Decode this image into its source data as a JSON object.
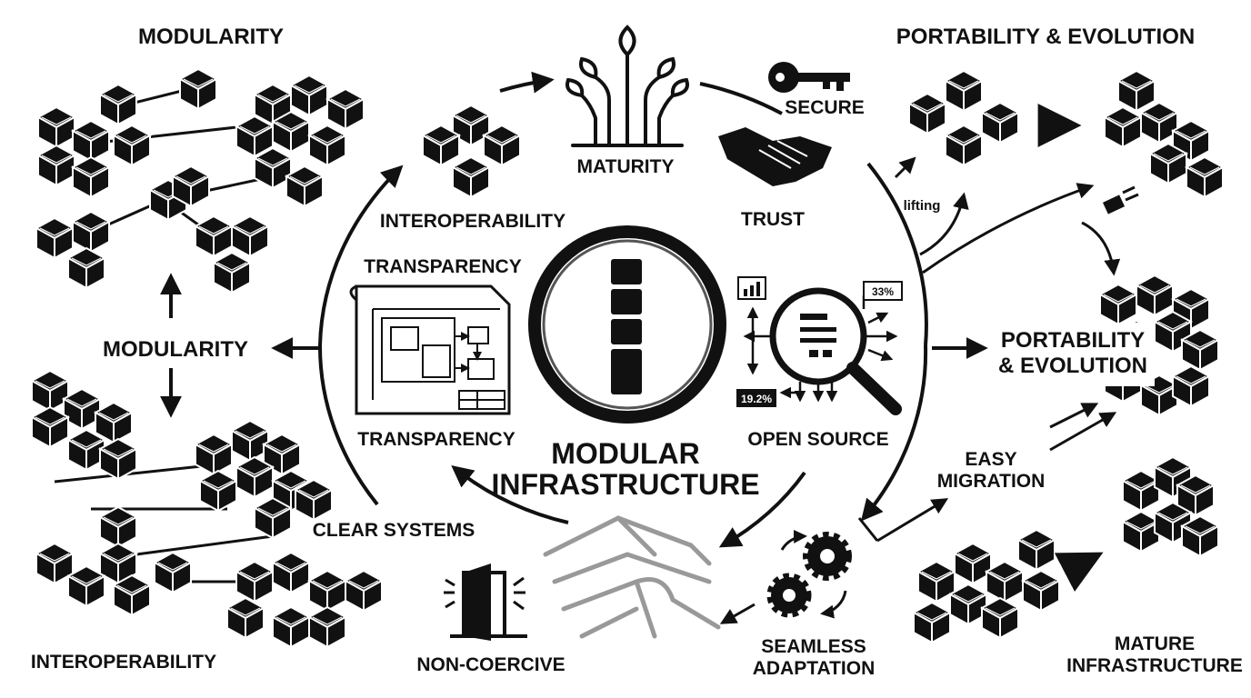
{
  "title": {
    "line1": "MODULAR",
    "line2": "INFRASTRUCTURE"
  },
  "labels": {
    "modularity_top": "MODULARITY",
    "modularity_mid": "MODULARITY",
    "interoperability_bottom": "INTEROPERABILITY",
    "interoperability_top": "INTEROPERABILITY",
    "maturity": "MATURITY",
    "secure": "SECURE",
    "trust": "TRUST",
    "portability_top": "PORTABILITY & EVOLUTION",
    "portability_mid_line1": "PORTABILITY",
    "portability_mid_line2": "& EVOLUTION",
    "lifting": "lifting",
    "transparency_top": "TRANSPARENCY",
    "transparency_bottom": "TRANSPARENCY",
    "open_source": "OPEN SOURCE",
    "easy_migration_line1": "EASY",
    "easy_migration_line2": "MIGRATION",
    "clear_systems": "CLEAR SYSTEMS",
    "non_coercive": "NON-COERCIVE",
    "seamless_line1": "SEAMLESS",
    "seamless_line2": "ADAPTATION",
    "mature_line1": "MATURE",
    "mature_line2": "INFRASTRUCTURE",
    "stat_top": "33%",
    "stat_bottom": "19.2%"
  },
  "colors": {
    "ink": "#111111",
    "paper": "#ffffff",
    "shade": "#555555"
  },
  "icons": [
    "cube-cluster-icon",
    "plant-icon",
    "key-icon",
    "handshake-icon",
    "blueprint-icon",
    "magnifier-icon",
    "pillar-icon",
    "door-icon",
    "gears-icon",
    "plug-icon",
    "path-maze-icon"
  ]
}
